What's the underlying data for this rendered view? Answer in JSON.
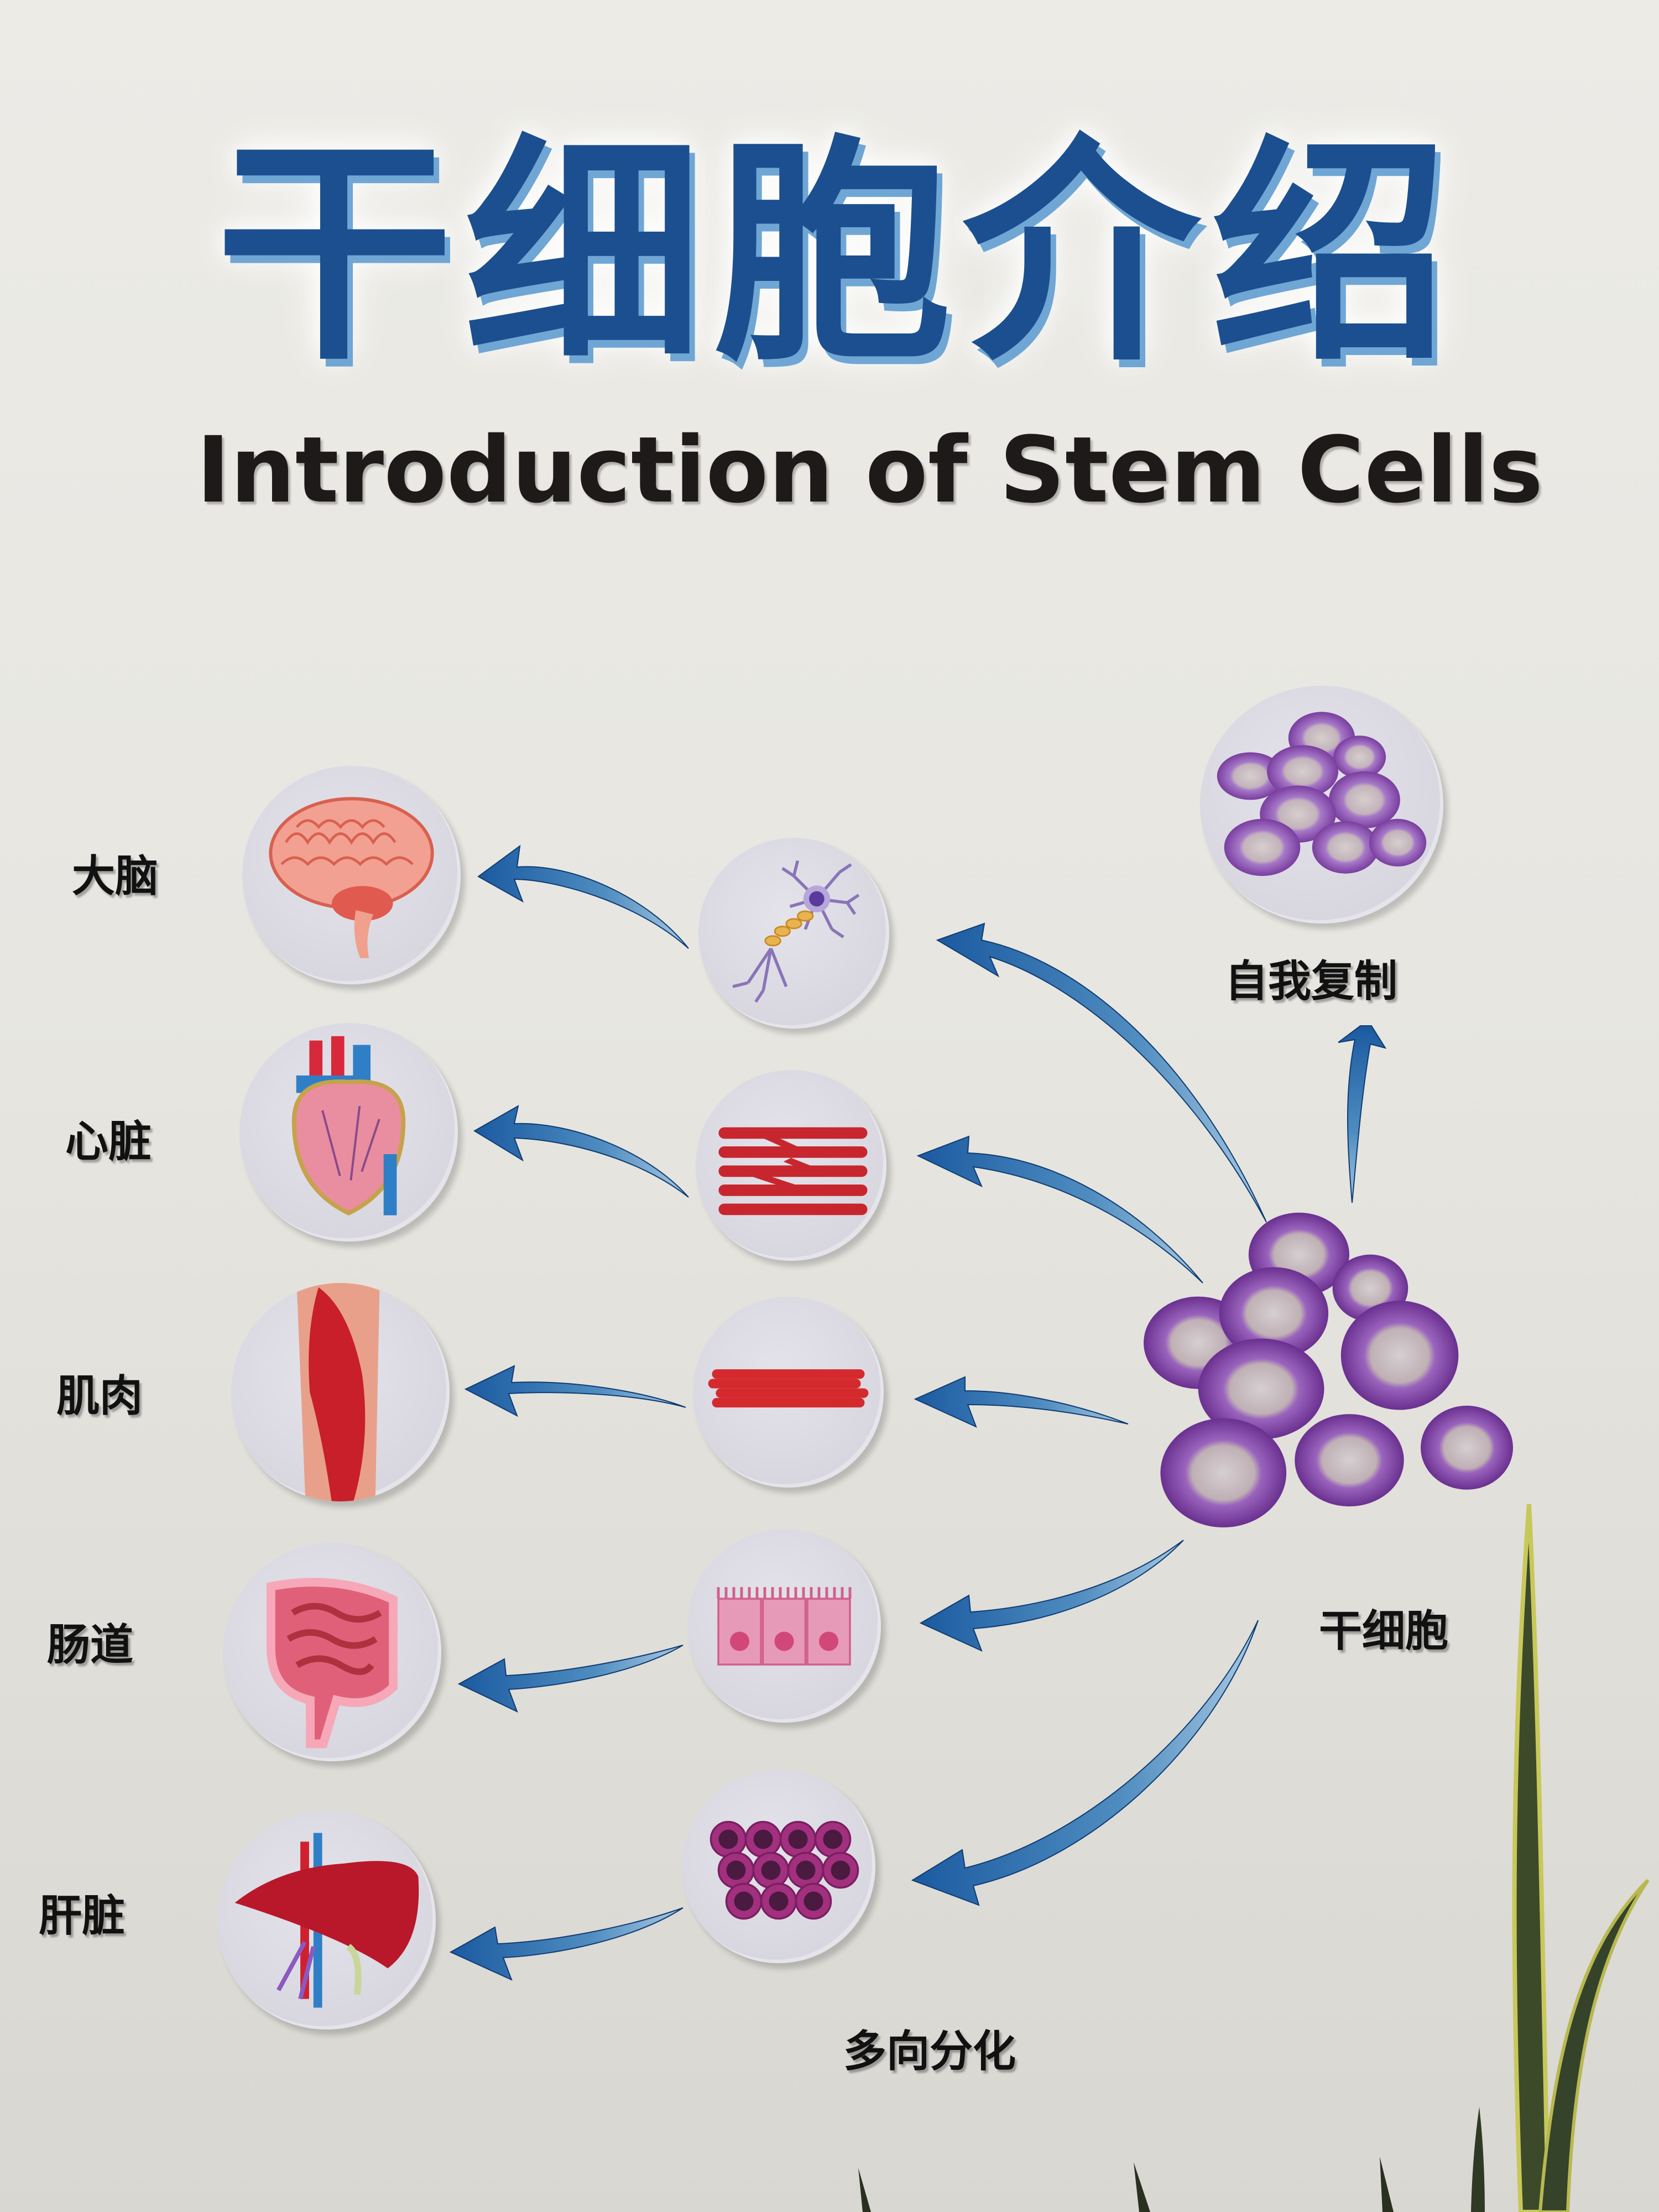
{
  "title": {
    "chinese": "干细胞介绍",
    "english": "Introduction of Stem Cells"
  },
  "organs": [
    {
      "label": "大脑",
      "icon": "brain-icon"
    },
    {
      "label": "心脏",
      "icon": "heart-icon"
    },
    {
      "label": "肌肉",
      "icon": "muscle-icon"
    },
    {
      "label": "肠道",
      "icon": "intestine-icon"
    },
    {
      "label": "肝脏",
      "icon": "liver-icon"
    }
  ],
  "cells": [
    {
      "name": "neuron",
      "icon": "neuron-icon"
    },
    {
      "name": "cardiac-muscle-cells",
      "icon": "cardiac-cells-icon"
    },
    {
      "name": "skeletal-muscle-fibers",
      "icon": "muscle-fibers-icon"
    },
    {
      "name": "intestinal-epithelial-cells",
      "icon": "epithelial-cells-icon"
    },
    {
      "name": "liver-cells",
      "icon": "hepatocytes-icon"
    }
  ],
  "stem_cell": {
    "label": "干细胞",
    "self_renewal_label": "自我复制",
    "differentiation_label": "多向分化"
  },
  "colors": {
    "title_blue": "#1b4f8f",
    "arrow_blue": "#1e5fa3",
    "arrow_light": "#8fb8d8",
    "cell_purple": "#7b3aa0",
    "nucleus": "#c9bdb8",
    "text_dark": "#111111"
  }
}
